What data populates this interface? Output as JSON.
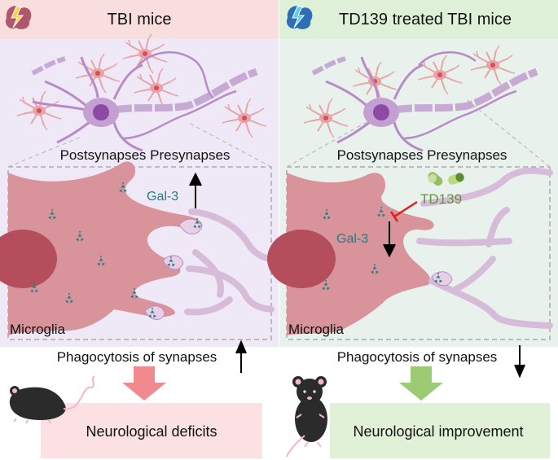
{
  "left_panel": {
    "title": "TBI mice",
    "synapse_label": "Postsynapses Presynapses",
    "protein_label": "Gal-3",
    "cell_label": "Microglia",
    "phagocytosis_label": "Phagocytosis of synapses",
    "outcome_label": "Neurological deficits",
    "colors": {
      "header": "#f9dede",
      "body": "#efe9f7",
      "outcome": "#fbe1e3",
      "arrow": "#f08a8f"
    }
  },
  "right_panel": {
    "title": "TD139 treated TBI mice",
    "synapse_label": "Postsynapses Presynapses",
    "drug_label": "TD139",
    "protein_label": "Gal-3",
    "cell_label": "Microglia",
    "phagocytosis_label": "Phagocytosis of synapses",
    "outcome_label": "Neurological improvement",
    "colors": {
      "header": "#dff0d8",
      "body": "#e8f1ec",
      "outcome": "#e0f1d8",
      "arrow": "#9ccb73"
    }
  },
  "colors": {
    "gal3": "#1c7f86",
    "drug": "#5c9b2c",
    "inhibit": "#e02020",
    "microglia": "#d8939b",
    "neuron": "#b68cc6"
  },
  "icons": [
    "lightning-brain-icon",
    "neuron-icon",
    "astrocyte-icon",
    "gal3-icon",
    "capsule-icon",
    "mouse-icon"
  ]
}
